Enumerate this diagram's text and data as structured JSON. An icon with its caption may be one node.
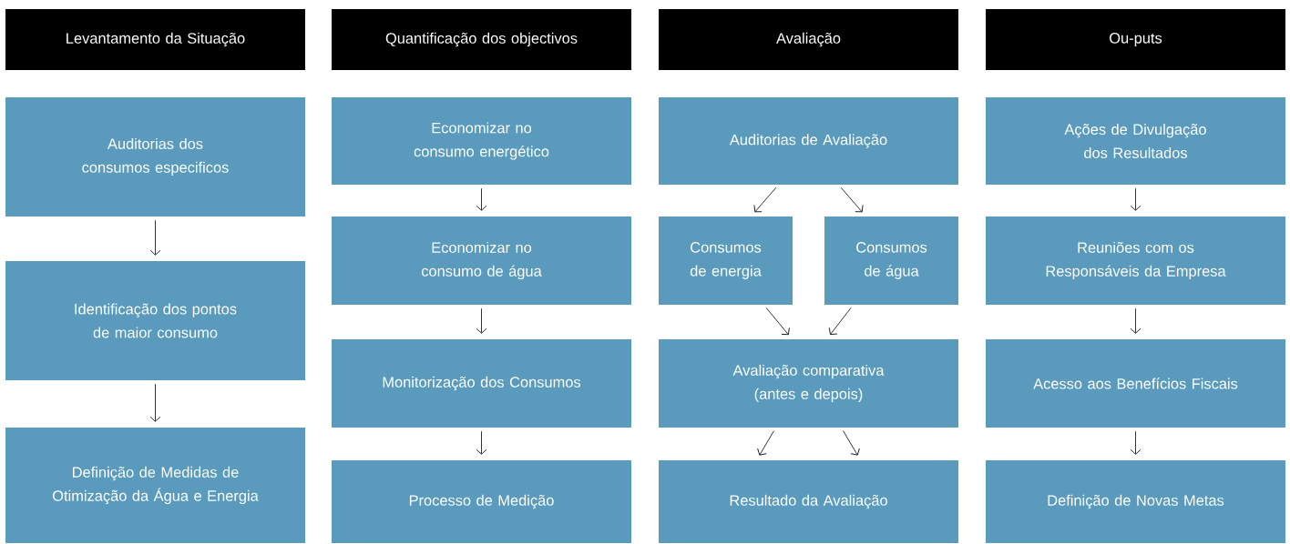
{
  "diagram": {
    "nodes": [
      {
        "text": [
          "Levantamento da Situação"
        ]
      },
      {
        "text": [
          "Quantificação dos objectivos"
        ]
      },
      {
        "text": [
          "Avaliação"
        ]
      },
      {
        "text": [
          "Ou-puts"
        ]
      },
      {
        "text": [
          "Auditorias dos consumos especificos"
        ]
      },
      {
        "text": [
          "Identificação dos pontos de maior consumo"
        ]
      },
      {
        "text": [
          "Definição de Medidas de Otimização da Água e Energia"
        ]
      },
      {
        "text": [
          "Economizar no consumo energético"
        ]
      },
      {
        "text": [
          "Economizar no consumo de água"
        ]
      },
      {
        "text": [
          "Monitorização dos Consumos"
        ]
      },
      {
        "text": [
          "Processo de Medição"
        ]
      },
      {
        "text": [
          "Auditorias de Avaliação"
        ]
      },
      {
        "text": [
          "Consumos de energia"
        ]
      },
      {
        "text": [
          "Consumos de água"
        ]
      },
      {
        "text": [
          "Avaliação comparativa (antes e depois)"
        ]
      },
      {
        "text": [
          "Resultado da Avaliação"
        ]
      },
      {
        "text": [
          "Ações de Divulgação dos Resultados"
        ]
      },
      {
        "text": [
          "Reuniões com os Responsáveis da Empresa"
        ]
      },
      {
        "text": [
          "Acesso aos Benefícios Fiscais"
        ]
      },
      {
        "text": [
          "Definição de Novas Metas"
        ]
      }
    ],
    "edges": [
      {
        "from": 4,
        "to": 5,
        "arrow": "to"
      },
      {
        "from": 5,
        "to": 6,
        "arrow": "to"
      },
      {
        "from": 7,
        "to": 8,
        "arrow": "to"
      },
      {
        "from": 8,
        "to": 9,
        "arrow": "to"
      },
      {
        "from": 9,
        "to": 10,
        "arrow": "to"
      },
      {
        "from": 11,
        "to": 12,
        "arrow": "to"
      },
      {
        "from": 11,
        "to": 13,
        "arrow": "to"
      },
      {
        "from": 12,
        "to": 14,
        "arrow": "to"
      },
      {
        "from": 13,
        "to": 14,
        "arrow": "to"
      },
      {
        "from": 14,
        "to": 15,
        "arrow": "to"
      },
      {
        "from": 14,
        "to": 15,
        "arrow": "to"
      },
      {
        "from": 16,
        "to": 17,
        "arrow": "to"
      },
      {
        "from": 17,
        "to": 18,
        "arrow": "to"
      },
      {
        "from": 18,
        "to": 19,
        "arrow": "to"
      }
    ]
  }
}
